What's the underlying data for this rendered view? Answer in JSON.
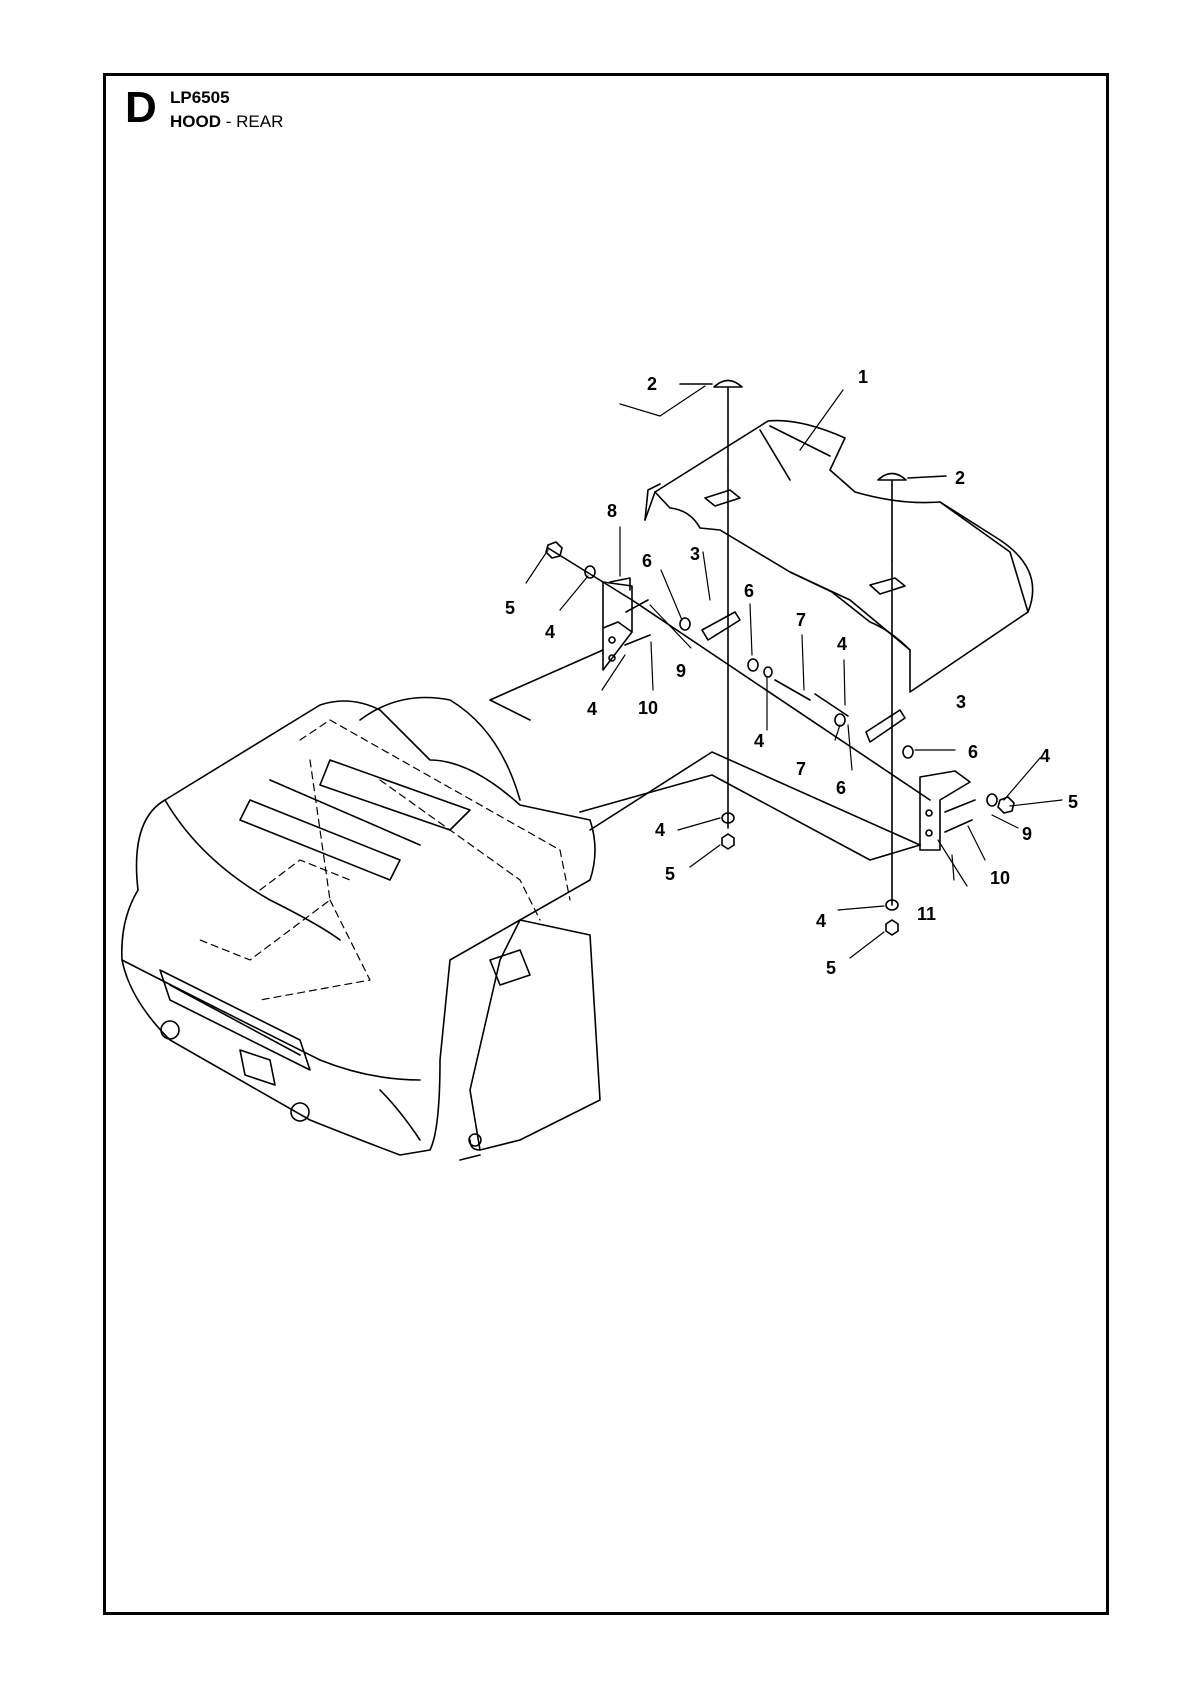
{
  "header": {
    "section_letter": "D",
    "model": "LP6505",
    "title_main": "HOOD",
    "title_separator": " - ",
    "title_sub": "REAR"
  },
  "callouts": [
    {
      "id": "c1",
      "text": "1"
    },
    {
      "id": "c2a",
      "text": "2"
    },
    {
      "id": "c2b",
      "text": "2"
    },
    {
      "id": "c8",
      "text": "8"
    },
    {
      "id": "c3a",
      "text": "3"
    },
    {
      "id": "c6a",
      "text": "6"
    },
    {
      "id": "c6b",
      "text": "6"
    },
    {
      "id": "c7a",
      "text": "7"
    },
    {
      "id": "c4a",
      "text": "4"
    },
    {
      "id": "c5a",
      "text": "5"
    },
    {
      "id": "c4b",
      "text": "4"
    },
    {
      "id": "c9a",
      "text": "9"
    },
    {
      "id": "c4c",
      "text": "4"
    },
    {
      "id": "c10a",
      "text": "10"
    },
    {
      "id": "c3b",
      "text": "3"
    },
    {
      "id": "c4d",
      "text": "4"
    },
    {
      "id": "c7b",
      "text": "7"
    },
    {
      "id": "c6c",
      "text": "6"
    },
    {
      "id": "c6d",
      "text": "6"
    },
    {
      "id": "c4e",
      "text": "4"
    },
    {
      "id": "c5b",
      "text": "5"
    },
    {
      "id": "c9b",
      "text": "9"
    },
    {
      "id": "c4f",
      "text": "4"
    },
    {
      "id": "c5c",
      "text": "5"
    },
    {
      "id": "c10b",
      "text": "10"
    },
    {
      "id": "c11",
      "text": "11"
    },
    {
      "id": "c4g",
      "text": "4"
    },
    {
      "id": "c5d",
      "text": "5"
    }
  ]
}
